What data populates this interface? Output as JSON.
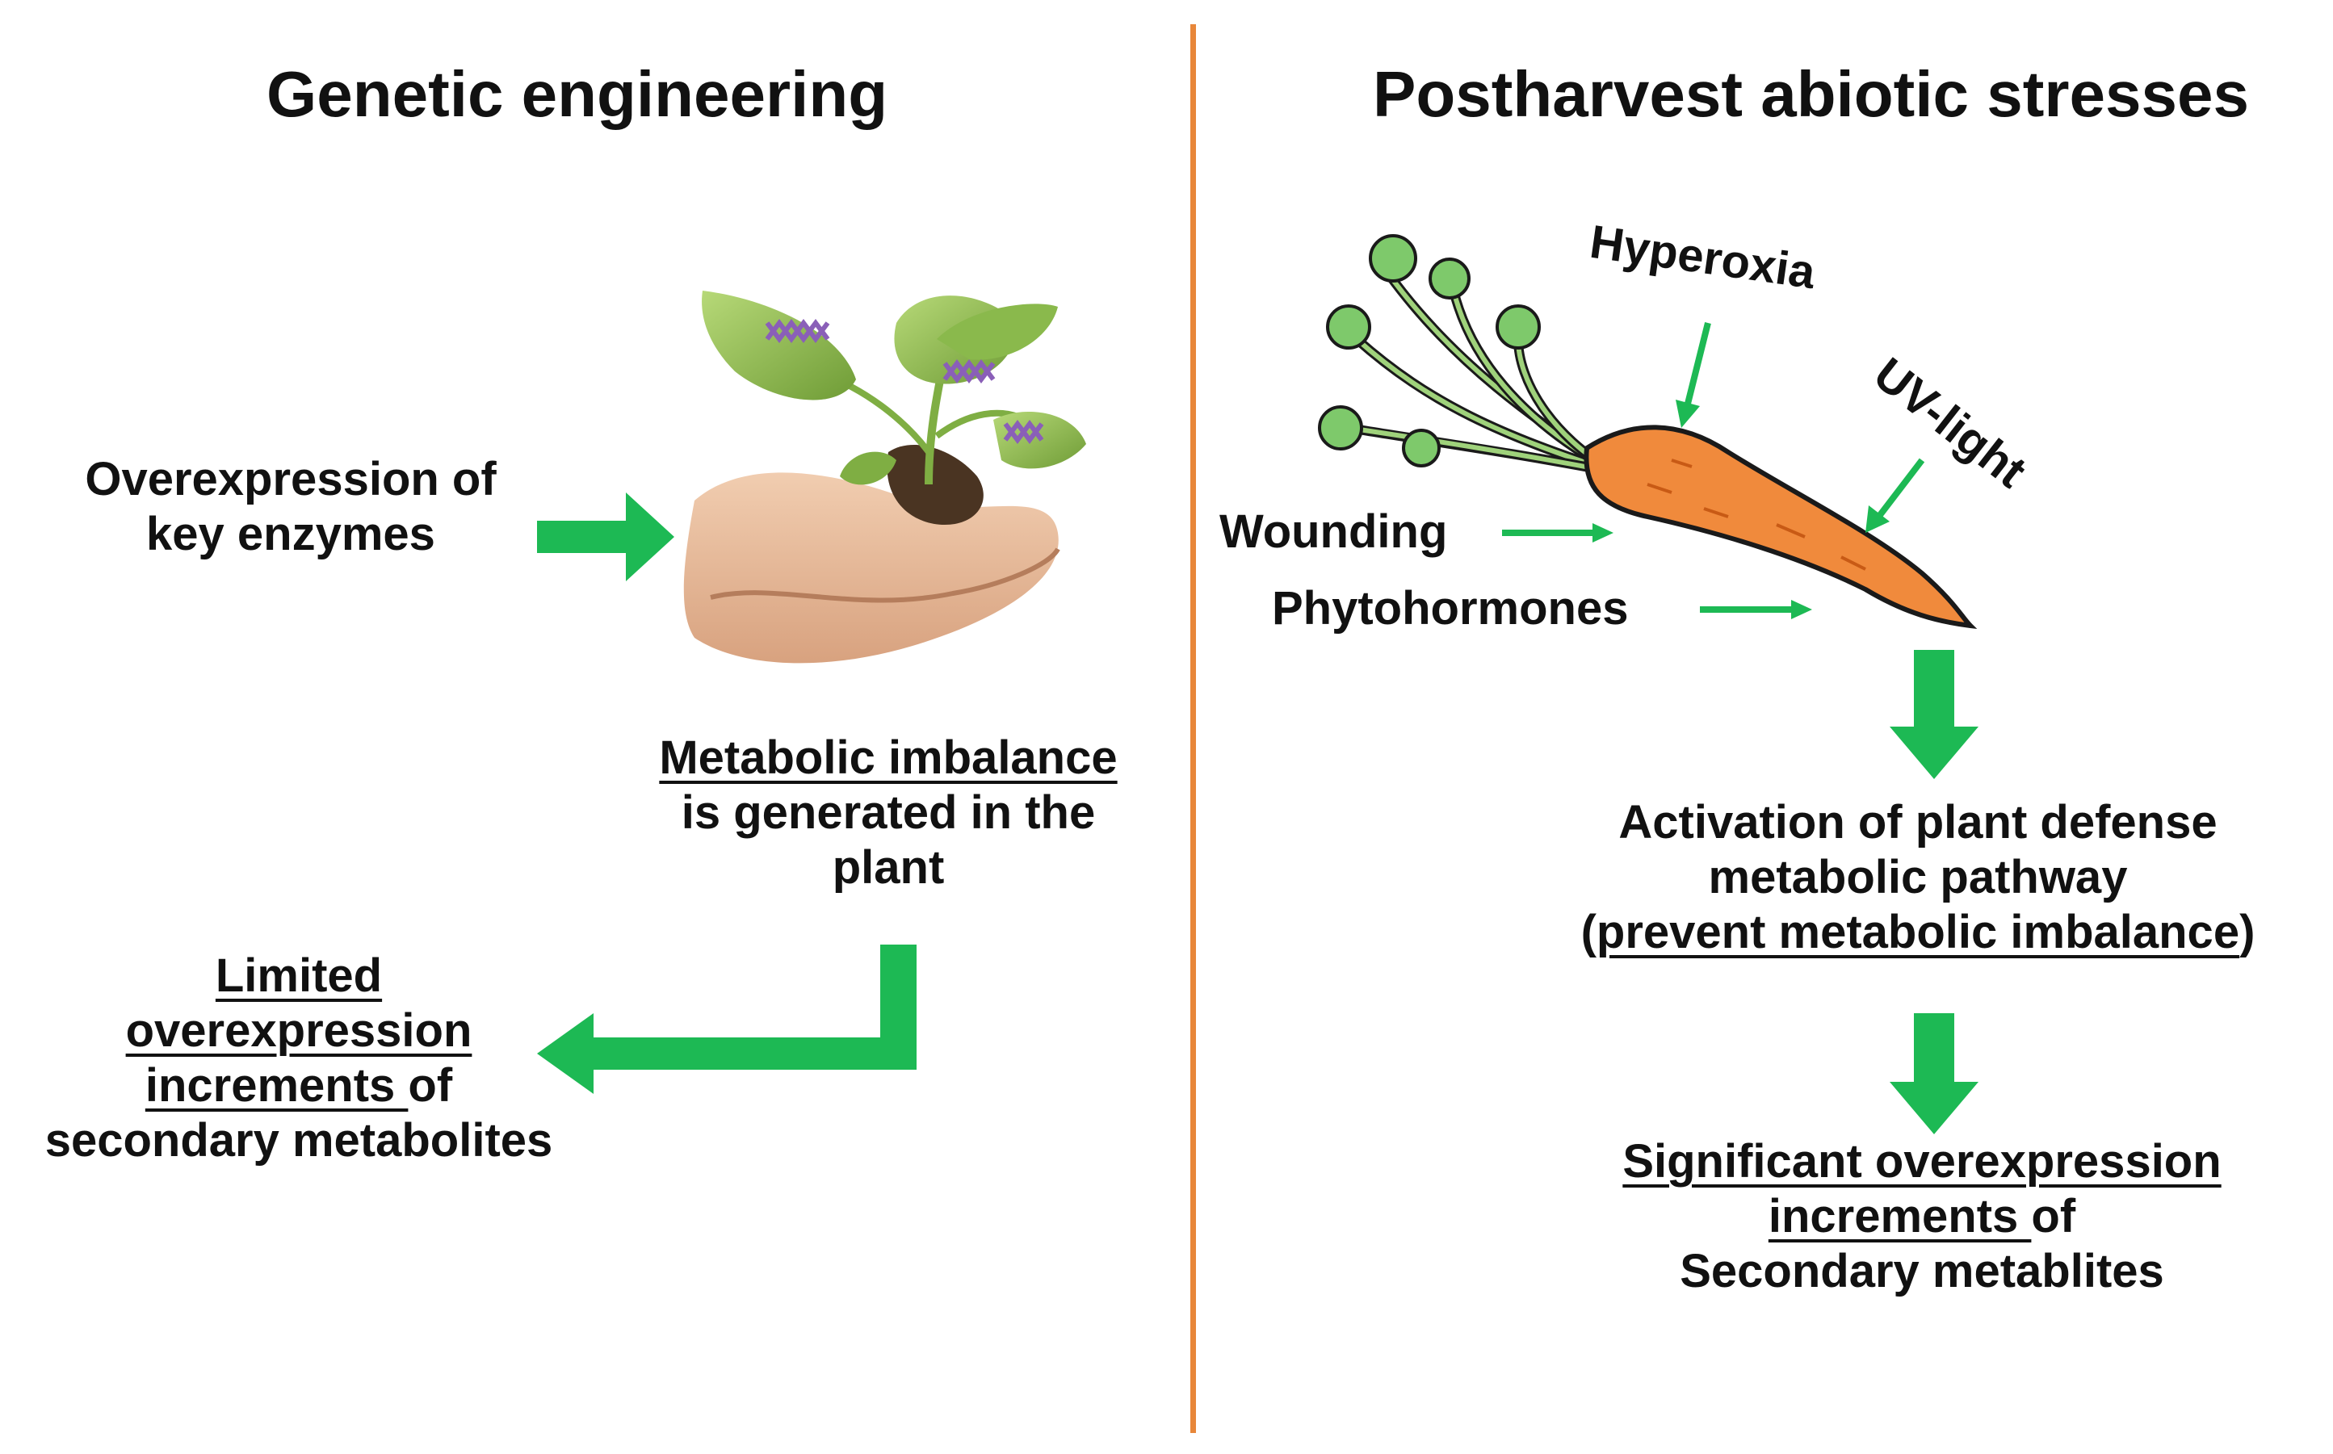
{
  "left_panel": {
    "title": "Genetic engineering",
    "input_line1": "Overexpression of",
    "input_line2": "key enzymes",
    "imbalance_line1": "Metabolic imbalance",
    "imbalance_line2": "is generated in the",
    "imbalance_line3": "plant",
    "result_line1": "Limited",
    "result_line2": "overexpression",
    "result_line3a": "increments ",
    "result_line3b": "of",
    "result_line4": "secondary metabolites",
    "plant_image": "hand-holding-seedling-with-dna-icons"
  },
  "right_panel": {
    "title": "Postharvest abiotic stresses",
    "stresses": [
      "Hyperoxia",
      "UV-light",
      "Wounding",
      "Phytohormones"
    ],
    "carrot_image": "carrot-icon",
    "activation_line1": "Activation of plant defense",
    "activation_line2": "metabolic pathway",
    "activation_line3a": "(",
    "activation_line3b": "prevent metabolic imbalance",
    "activation_line3c": ")",
    "result_line1": "Significant overexpression",
    "result_line2a": "increments ",
    "result_line2b": "of",
    "result_line3": "Secondary metablites"
  },
  "colors": {
    "arrow_green": "#1db954",
    "divider_orange": "#e8873a",
    "carrot_orange": "#f08a3c",
    "leaf_green": "#7ec96b"
  }
}
